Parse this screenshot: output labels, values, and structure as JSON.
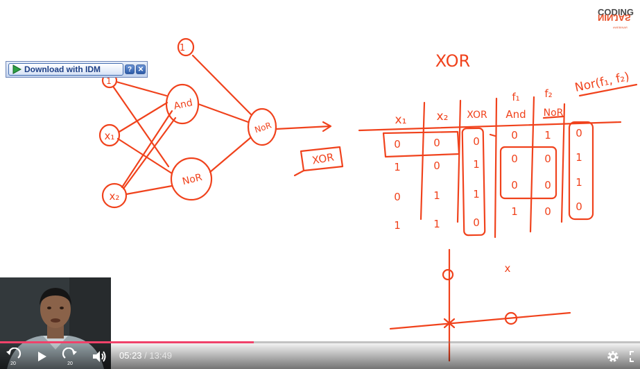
{
  "whiteboard": {
    "network_nodes": {
      "input_top": "1",
      "input_x1": "x₁",
      "input_x2": "x₂",
      "bias": "1",
      "and_node": "And",
      "nor_node": "NoR",
      "output_node": "NoR"
    },
    "xor_box_label": "XOR",
    "title": "XOR",
    "formula": "Nor(f₁, f₂)",
    "table": {
      "group_labels": [
        "f₁",
        "f₂"
      ],
      "headers": [
        "x₁",
        "x₂",
        "XOR",
        "And",
        "NoR"
      ],
      "rows": [
        [
          "0",
          "0",
          "0",
          "0",
          "1",
          "0"
        ],
        [
          "1",
          "0",
          "1",
          "0",
          "0",
          "1"
        ],
        [
          "0",
          "1",
          "1",
          "0",
          "0",
          "1"
        ],
        [
          "1",
          "1",
          "0",
          "1",
          "0",
          "0"
        ]
      ]
    },
    "plot_marks": {
      "cross": "x"
    }
  },
  "idm_bar": {
    "download_label": "Download with IDM",
    "help_label": "?",
    "close_label": "✕"
  },
  "logo": {
    "line1": "CODING",
    "line2": "NINJAS",
    "tagline": "#WEBINAR"
  },
  "player": {
    "current_time": "05:23",
    "separator": " / ",
    "duration": "13:49",
    "progress": 0.397,
    "rewind_seconds": "20",
    "forward_seconds": "20",
    "accent": "#f0426a"
  },
  "colors": {
    "ink": "#f0421c"
  }
}
